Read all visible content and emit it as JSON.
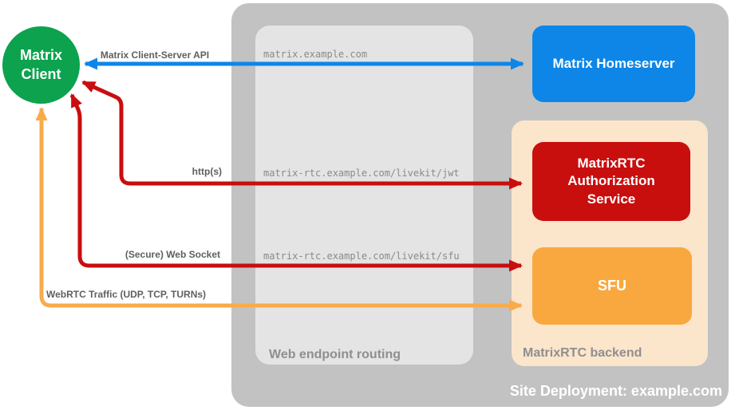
{
  "title": "Site Deployment: example.com",
  "colors": {
    "client_green": "#0ca24e",
    "homeserver_blue": "#0d86e8",
    "rtc_red": "#c90e0e",
    "sfu_orange": "#f9a83f",
    "webrtc_orange": "#f9ab4a",
    "site_gray": "#c2c2c2",
    "routing_gray": "#e4e4e4",
    "backend_peach": "#fbe5cb"
  },
  "nodes": {
    "client": {
      "label": "Matrix\nClient"
    },
    "homeserver": {
      "label": "Matrix Homeserver"
    },
    "auth": {
      "label": "MatrixRTC\nAuthorization\nService"
    },
    "sfu": {
      "label": "SFU"
    }
  },
  "containers": {
    "site_label": "Site Deployment: example.com",
    "routing_label": "Web endpoint routing",
    "backend_label": "MatrixRTC backend"
  },
  "connections": [
    {
      "name": "matrix-client-server-api",
      "label": "Matrix Client-Server API",
      "endpoint": "matrix.example.com"
    },
    {
      "name": "https",
      "label": "http(s)",
      "endpoint": "matrix-rtc.example.com/livekit/jwt"
    },
    {
      "name": "secure-web-socket",
      "label": "(Secure) Web Socket",
      "endpoint": "matrix-rtc.example.com/livekit/sfu"
    },
    {
      "name": "webrtc-traffic",
      "label": "WebRTC Traffic (UDP, TCP, TURNs)"
    }
  ]
}
